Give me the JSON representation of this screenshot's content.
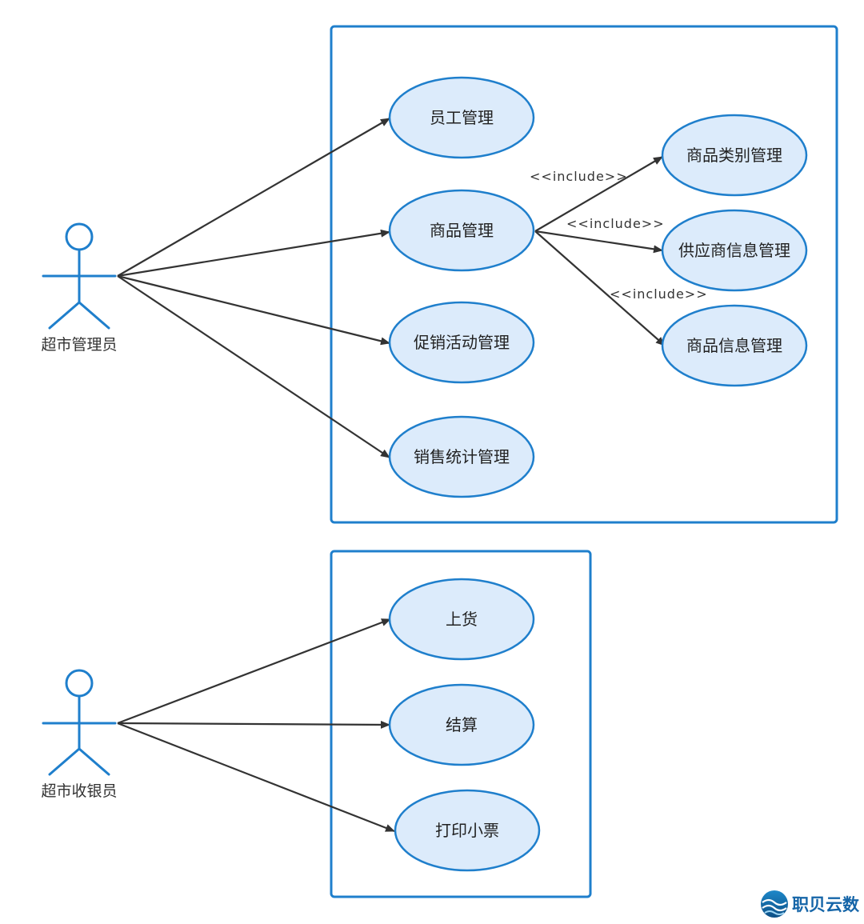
{
  "colors": {
    "boundary": "#1f7fcc",
    "usecase_fill": "#dcebfb",
    "usecase_stroke": "#1f7fcc",
    "actor": "#1f7fcc",
    "edge": "#333333",
    "brand_text": "#1565a8"
  },
  "actors": {
    "manager": {
      "label": "超市管理员"
    },
    "cashier": {
      "label": "超市收银员"
    }
  },
  "usecases": {
    "staff": {
      "label": "员工管理"
    },
    "goods": {
      "label": "商品管理"
    },
    "promo": {
      "label": "促销活动管理"
    },
    "sales": {
      "label": "销售统计管理"
    },
    "category": {
      "label": "商品类别管理"
    },
    "supplier": {
      "label": "供应商信息管理"
    },
    "goodsinfo": {
      "label": "商品信息管理"
    },
    "shelve": {
      "label": "上货"
    },
    "checkout": {
      "label": "结算"
    },
    "receipt": {
      "label": "打印小票"
    }
  },
  "edges": [
    {
      "from": "manager",
      "to": "staff"
    },
    {
      "from": "manager",
      "to": "goods"
    },
    {
      "from": "manager",
      "to": "promo"
    },
    {
      "from": "manager",
      "to": "sales"
    },
    {
      "from": "goods",
      "to": "category",
      "label": "<<include>>"
    },
    {
      "from": "goods",
      "to": "supplier",
      "label": "<<include>>"
    },
    {
      "from": "goods",
      "to": "goodsinfo",
      "label": "<<include>>"
    },
    {
      "from": "cashier",
      "to": "shelve"
    },
    {
      "from": "cashier",
      "to": "checkout"
    },
    {
      "from": "cashier",
      "to": "receipt"
    }
  ],
  "include_labels": {
    "category": "<<include>>",
    "supplier": "<<include>>",
    "goodsinfo": "<<include>>"
  },
  "watermark": {
    "text": "职贝云数",
    "icon": "wave-logo-icon"
  }
}
